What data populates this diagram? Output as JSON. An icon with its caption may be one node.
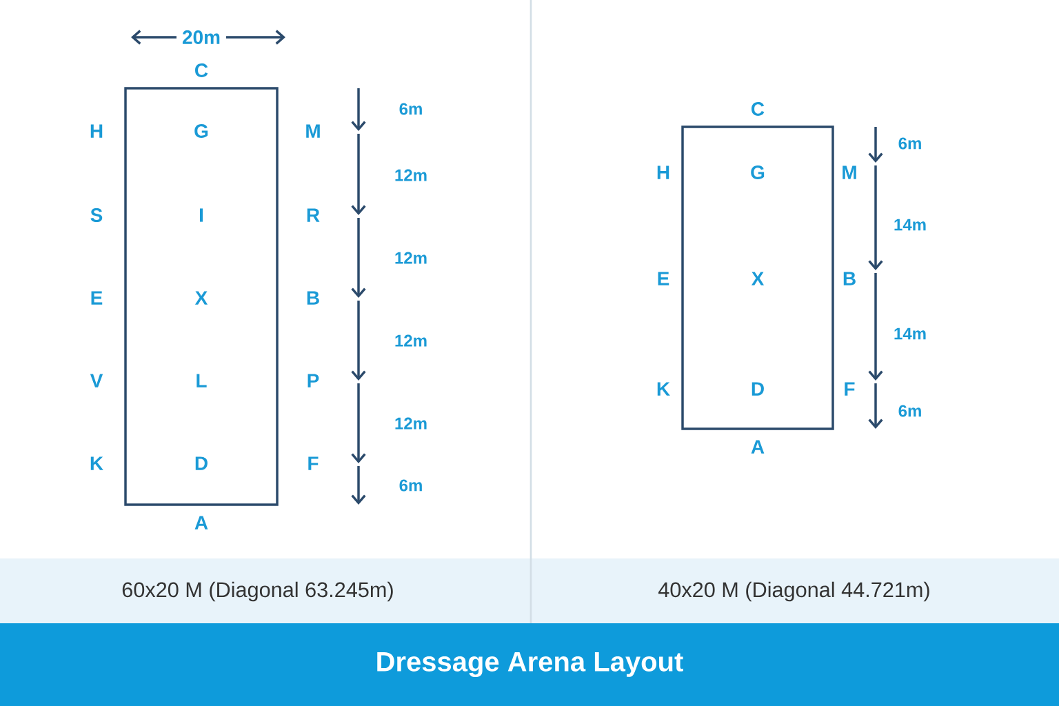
{
  "diagram": {
    "title": "Dressage Arena Layout",
    "nodes": [
      {
        "text": [
          "G",
          "I",
          "X",
          "L",
          "D"
        ],
        "beside": [
          "C",
          "H",
          "M",
          "S",
          "R",
          "E",
          "B",
          "V",
          "P",
          "K",
          "F",
          "A"
        ]
      },
      {
        "text": [
          "G",
          "X",
          "D"
        ],
        "beside": [
          "C",
          "H",
          "M",
          "E",
          "B",
          "K",
          "F",
          "A"
        ]
      }
    ],
    "labels": [
      "20m",
      "6m",
      "12m",
      "12m",
      "12m",
      "12m",
      "6m",
      "6m",
      "14m",
      "14m",
      "6m",
      "60x20 M (Diagonal 63.245m)",
      "40x20 M (Diagonal 44.721m)"
    ]
  }
}
